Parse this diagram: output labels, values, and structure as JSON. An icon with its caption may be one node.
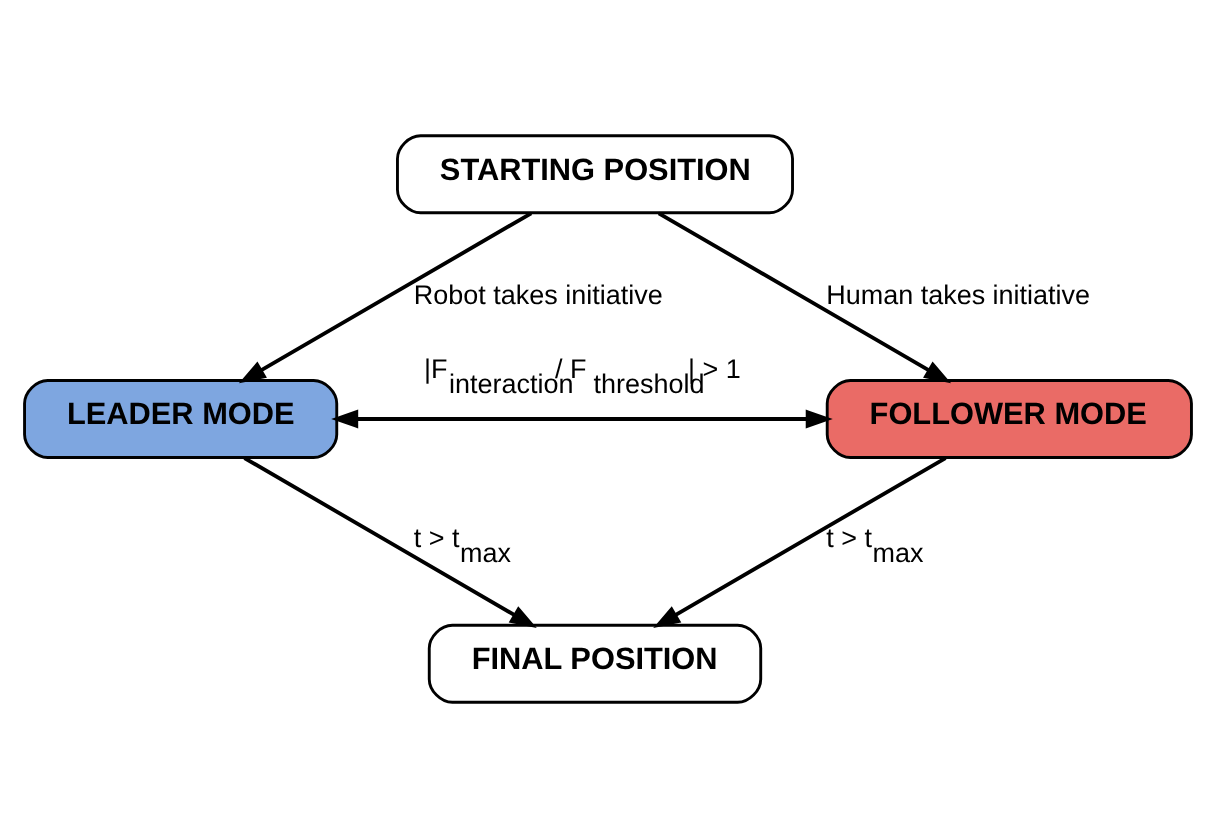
{
  "diagram": {
    "nodes": [
      {
        "text": [
          "STARTING POSITION"
        ]
      },
      {
        "text": [
          "LEADER MODE"
        ]
      },
      {
        "text": [
          "FOLLOWER MODE"
        ]
      },
      {
        "text": [
          "FINAL POSITION"
        ]
      }
    ],
    "edges": [
      {
        "from": 0,
        "to": 1,
        "arrow": "to",
        "label": "Robot takes initiative"
      },
      {
        "from": 0,
        "to": 2,
        "arrow": "to",
        "label": "Human takes initiative"
      },
      {
        "from": 1,
        "to": 2,
        "arrow": "both",
        "label": "|F$_{interaction}$ / F$_{threshold}$| > 1"
      },
      {
        "from": 1,
        "to": 3,
        "arrow": "to",
        "label": "t > t$_{max}$"
      },
      {
        "from": 2,
        "to": 3,
        "arrow": "to",
        "label": "t > t$_{max}$"
      }
    ]
  }
}
